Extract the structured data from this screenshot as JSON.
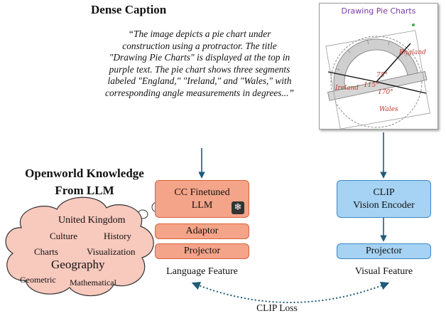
{
  "dense_caption": {
    "title": "Dense Caption",
    "text": "“The image depicts a pie chart under construction using a protractor. The title \"Drawing Pie Charts\" is displayed at the top in purple text. The pie chart shows three segments labeled \"England,\" \"Ireland,\" and \"Wales,\" with corresponding angle measurements in degrees...”"
  },
  "openworld": {
    "title_line1": "Openworld Knowledge",
    "title_line2": "From LLM",
    "words": [
      "United Kingdom",
      "Culture",
      "History",
      "Charts",
      "Visualization",
      "Geography",
      "Geometric",
      "Mathematical"
    ]
  },
  "image": {
    "title": "Drawing Pie Charts",
    "labels": [
      "England",
      "Ireland",
      "Wales",
      "75°",
      "115°",
      "170°"
    ]
  },
  "language_branch": {
    "llm_line1": "CC Finetuned",
    "llm_line2": "LLM",
    "adaptor": "Adaptor",
    "projector": "Projector",
    "feature_label": "Language Feature"
  },
  "vision_branch": {
    "encoder_line1": "CLIP",
    "encoder_line2": "Vision Encoder",
    "projector": "Projector",
    "feature_label": "Visual Feature"
  },
  "loss_label": "CLIP Loss",
  "colors": {
    "orange_fill": "#f4a489",
    "orange_border": "#d9623d",
    "blue_fill": "#a6d3f3",
    "blue_border": "#3c86c9",
    "cloud_fill": "#f8c9bd",
    "arrow": "#1f5c7a",
    "image_title": "#7a3aa8"
  }
}
